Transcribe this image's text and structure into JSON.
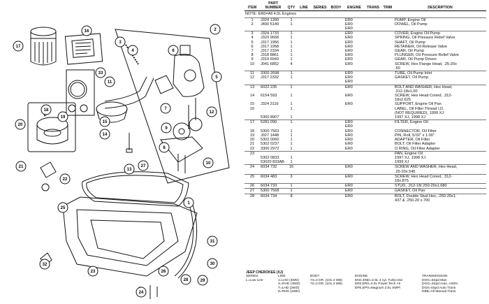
{
  "table": {
    "headers": {
      "item": "ITEM",
      "part_number": "PART NUMBER",
      "qty": "QTY",
      "line": "LINE",
      "series": "SERIES",
      "body": "BODY",
      "engine": "ENGINE",
      "trans": "TRANS",
      "trim": "TRIM",
      "description": "DESCRIPTION"
    },
    "note": "NOTE: ER0=All 4.0L Engines",
    "rows": [
      {
        "item": "1",
        "part": "J324 1399",
        "qty": "1",
        "engine": "ER0",
        "desc": "PUMP, Engine Oil"
      },
      {
        "item": "2",
        "part": "J400 5149",
        "qty": "1",
        "engine": "ER0",
        "desc": "DOWEL, Oil Pump"
      },
      {
        "item": "",
        "part": "",
        "qty": "",
        "engine": "ER0",
        "desc": ""
      },
      {
        "item": "3",
        "part": "J324 1733",
        "qty": "1",
        "engine": "ER0",
        "desc": "COVER, Engine Oil Pump"
      },
      {
        "item": "4",
        "part": "J323 9668",
        "qty": "1",
        "engine": "ER0",
        "desc": "SPRING, Oil Pressure Relief Valve"
      },
      {
        "item": "5",
        "part": "J317 1956",
        "qty": "1",
        "engine": "ER0",
        "desc": "SHAFT, Oil Pump"
      },
      {
        "item": "6",
        "part": "J317 1958",
        "qty": "1",
        "engine": "ER0",
        "desc": "RETAINER, Oil Release Valve"
      },
      {
        "item": "7",
        "part": "J317 2334",
        "qty": "1",
        "engine": "ER0",
        "desc": "GEAR, Oil Pump"
      },
      {
        "item": "8",
        "part": "J318 8861",
        "qty": "1",
        "engine": "ER0",
        "desc": "PLUNGER, Oil Pressure Relief Valve"
      },
      {
        "item": "9",
        "part": "J319 6943",
        "qty": "1",
        "engine": "ER0",
        "desc": "GEAR, Oil Pump Driven"
      },
      {
        "item": "10",
        "part": "J041 6852",
        "qty": "4",
        "engine": "ER0",
        "desc": "SCREW, Hex Flange Head, .25-20x"
      },
      {
        "item": "",
        "part": "",
        "qty": "",
        "engine": "",
        "desc": ".50"
      },
      {
        "item": "11",
        "part": "3300 2698",
        "qty": "1",
        "engine": "ER0",
        "desc": "TUBE, Oil Pump Inlet"
      },
      {
        "item": "12",
        "part": "J317 2332",
        "qty": "1",
        "engine": "ER0",
        "desc": "GASKET, Oil Pump"
      },
      {
        "item": "",
        "part": "",
        "qty": "",
        "engine": "ER0",
        "desc": ""
      },
      {
        "item": "13",
        "part": "6022 235",
        "qty": "1",
        "engine": "ER0",
        "desc": "BOLT AND WASHER, Hex Head,"
      },
      {
        "item": "",
        "part": "",
        "qty": "",
        "engine": "",
        "desc": ".312-18x1.00"
      },
      {
        "item": "14",
        "part": "6154 593",
        "qty": "1",
        "engine": "ER0",
        "desc": "SCREW, Hex Head Coned, .312-"
      },
      {
        "item": "",
        "part": "",
        "qty": "",
        "engine": "",
        "desc": "18x2.625"
      },
      {
        "item": "15",
        "part": "J324 3116",
        "qty": "1",
        "engine": "ER0",
        "desc": "SUPPORT, Engine Oil Pan"
      },
      {
        "item": "16",
        "part": "",
        "qty": "1",
        "engine": "",
        "desc": "LABEL, Oil Filter Thread I.D."
      },
      {
        "item": "",
        "part": "",
        "qty": "",
        "engine": "",
        "desc": "(NOT REQUIRED), 1999 XJ"
      },
      {
        "item": "",
        "part": "5300 8907",
        "qty": "1",
        "engine": "",
        "desc": "1997 XJ, 1998 XJ"
      },
      {
        "item": "17",
        "part": "5281 090",
        "qty": "1",
        "engine": "ER0",
        "desc": "FILTER, Engine Oil"
      },
      {
        "item": "",
        "part": "",
        "qty": "",
        "engine": "ER0",
        "desc": ""
      },
      {
        "item": "18",
        "part": "5300 7563",
        "qty": "1",
        "engine": "ER0",
        "desc": "CONNECTOR, Oil Filter"
      },
      {
        "item": "19",
        "part": "J027 1448",
        "qty": "1",
        "engine": "ER0",
        "desc": "PIN, Roll, 5/32\" x 1.00\""
      },
      {
        "item": "20",
        "part": "5302 0060",
        "qty": "1",
        "engine": "ER0",
        "desc": "ADAPTER, Oil Filter"
      },
      {
        "item": "21",
        "part": "5302 0237",
        "qty": "1",
        "engine": "ER0",
        "desc": "BOLT, Oil Filter Adapter"
      },
      {
        "item": "22",
        "part": "3300 2972",
        "qty": "1",
        "engine": "ER0",
        "desc": "O RING, Oil Filter Adapter"
      },
      {
        "item": "23",
        "part": "",
        "qty": "",
        "engine": "",
        "desc": "PAN, Engine Oil"
      },
      {
        "item": "",
        "part": "5302 0833",
        "qty": "1",
        "engine": "",
        "desc": "1997 XJ, 1998 XJ"
      },
      {
        "item": "",
        "part": "53020 833AB",
        "qty": "1",
        "engine": "",
        "desc": "1999 XJ"
      },
      {
        "item": "24",
        "part": "6034 732",
        "qty": "16",
        "engine": "ER0",
        "desc": "SCREW AND WASHER, Hex Head,"
      },
      {
        "item": "",
        "part": "",
        "qty": "",
        "engine": "",
        "desc": ".25-20x.545"
      },
      {
        "item": "25",
        "part": "6034 483",
        "qty": "3",
        "engine": "ER0",
        "desc": "SCREW, Hex Head Coned, .312-"
      },
      {
        "item": "",
        "part": "",
        "qty": "",
        "engine": "",
        "desc": "18x.875"
      },
      {
        "item": "26",
        "part": "6034 733",
        "qty": "1",
        "engine": "ER0",
        "desc": "STUD, .312-18/.250-20x1.680"
      },
      {
        "item": "27",
        "part": "5300 7568",
        "qty": "1",
        "engine": "ER0",
        "desc": "GASKET, Oil Pan"
      },
      {
        "item": "28",
        "part": "6034 734",
        "qty": "8",
        "engine": "ER0",
        "desc": "BOLT, Double Stud Hex, .250-20x1."
      },
      {
        "item": "",
        "part": "",
        "qty": "",
        "engine": "",
        "desc": "437 & .250-20 x.700"
      }
    ]
  },
  "legend": {
    "title": "JEEP CHEROKEE (XJ)",
    "series_header": "SERIES",
    "series": [
      "L=Low Line"
    ],
    "line_header": "LINE",
    "line": [
      "J=LHD (4WD)",
      "X=RHD (4WD)",
      "T=LHD (2WD)",
      "8=RHD (2WD)"
    ],
    "body_header": "BODY",
    "body": [
      "74=4 DR. (101.4 WB)",
      "72=2 DR. (101.4 WB)"
    ],
    "engine_header": "ENGINE",
    "engine": [
      "ENC,END=2.5L 4 cyl. Turbo Die",
      "ER0,ER0=4.0L Power Tech I-6",
      "EPE,EP0=Magnum 2.5L SMPI"
    ],
    "trans_header": "TRANSMISSION",
    "trans": [
      "DOG=5Spd Man",
      "DGG=4Spd Auto. AISIN",
      "DG0=4Spd Auto Trans",
      "DBB=All Manual Trans"
    ]
  },
  "diagram": {
    "callouts": [
      "1",
      "2",
      "3",
      "4",
      "5",
      "6",
      "7",
      "8",
      "9",
      "10",
      "11",
      "12",
      "13",
      "14",
      "15",
      "16",
      "17",
      "18",
      "19",
      "20",
      "21",
      "22",
      "23",
      "24",
      "25",
      "26",
      "27",
      "28",
      "29",
      "30",
      "31",
      "32",
      "33"
    ]
  }
}
